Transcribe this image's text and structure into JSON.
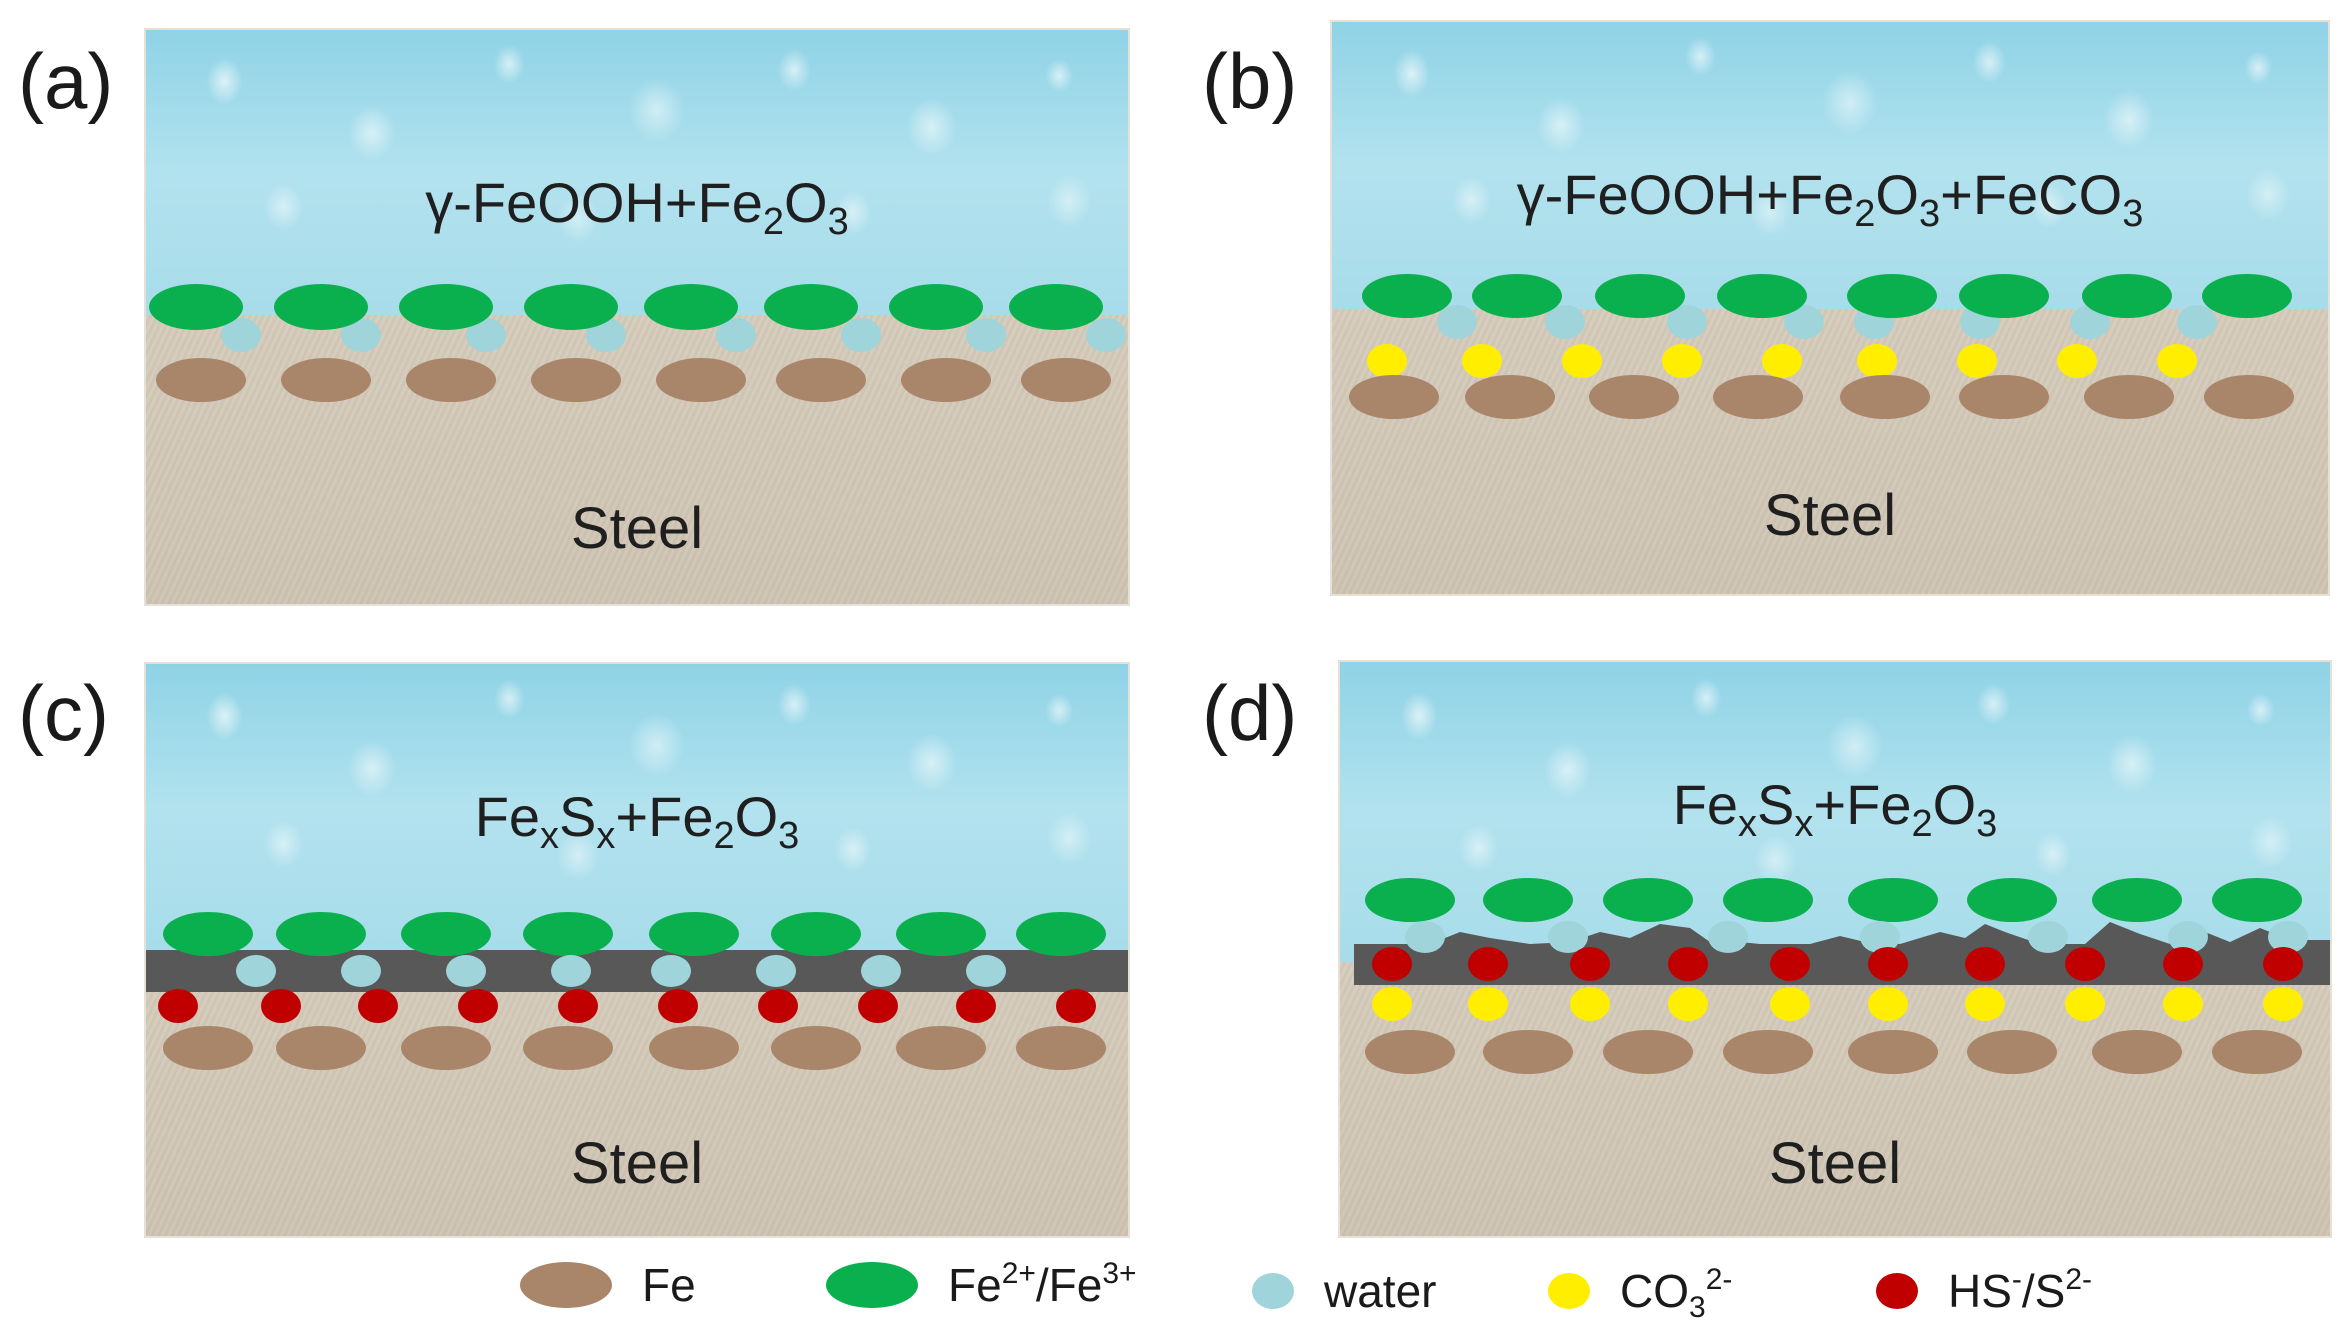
{
  "panels": [
    {
      "label": "(a)",
      "formula": [
        "γ-FeOOH+Fe",
        "2",
        "O",
        "3",
        ""
      ],
      "substrate": "Steel"
    },
    {
      "label": "(b)",
      "formula": [
        "γ-FeOOH+Fe",
        "2",
        "O",
        "3",
        "+FeCO",
        "3"
      ],
      "substrate": "Steel"
    },
    {
      "label": "(c)",
      "formula": [
        "Fe",
        "x",
        "S",
        "x",
        "+Fe",
        "2",
        "O",
        "3"
      ],
      "substrate": "Steel"
    },
    {
      "label": "(d)",
      "formula": [
        "Fe",
        "x",
        "S",
        "x",
        "+Fe",
        "2",
        "O",
        "3"
      ],
      "substrate": "Steel"
    }
  ],
  "legend": [
    {
      "key": "fe",
      "text": "Fe",
      "color": "#a9856a"
    },
    {
      "key": "fe_ion",
      "text": "Fe",
      "sup1": "2+",
      "mid": "/Fe",
      "sup2": "3+",
      "color": "#0bb04e"
    },
    {
      "key": "water",
      "text": "water",
      "color": "#9fd4da"
    },
    {
      "key": "carbonate",
      "text": "CO",
      "sub": "3",
      "sup": "2-",
      "color": "#ffee00"
    },
    {
      "key": "sulfide",
      "text": "HS",
      "sup1": "-",
      "mid": "/S",
      "sup2": "2-",
      "color": "#c00000"
    }
  ],
  "colors": {
    "water_bg": "#a8dcea",
    "steel_bg": "#d1c7b5",
    "fe": "#a9856a",
    "fe_ion": "#0bb04e",
    "water": "#9fd4da",
    "carbonate": "#ffee00",
    "sulfide": "#c00000",
    "sulfide_film": "#585858"
  }
}
